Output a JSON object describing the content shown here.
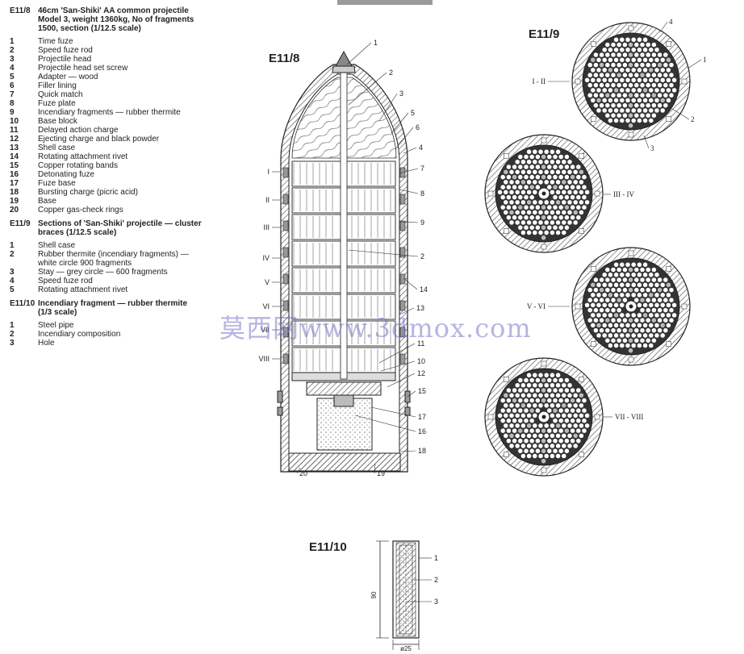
{
  "legend": [
    {
      "id": "E11/8",
      "title": "46cm 'San-Shiki' AA common projectile Model 3, weight 1360kg, No of fragments 1500, section (1/12.5 scale)",
      "items": [
        {
          "n": "1",
          "t": "Time fuze"
        },
        {
          "n": "2",
          "t": "Speed fuze rod"
        },
        {
          "n": "3",
          "t": "Projectile head"
        },
        {
          "n": "4",
          "t": "Projectile head set screw"
        },
        {
          "n": "5",
          "t": "Adapter — wood"
        },
        {
          "n": "6",
          "t": "Filler lining"
        },
        {
          "n": "7",
          "t": "Quick match"
        },
        {
          "n": "8",
          "t": "Fuze plate"
        },
        {
          "n": "9",
          "t": "Incendiary fragments — rubber thermite"
        },
        {
          "n": "10",
          "t": "Base block"
        },
        {
          "n": "11",
          "t": "Delayed action charge"
        },
        {
          "n": "12",
          "t": "Ejecting charge and black powder"
        },
        {
          "n": "13",
          "t": "Shell case"
        },
        {
          "n": "14",
          "t": "Rotating attachment rivet"
        },
        {
          "n": "15",
          "t": "Copper rotating bands"
        },
        {
          "n": "16",
          "t": "Detonating fuze"
        },
        {
          "n": "17",
          "t": "Fuze base"
        },
        {
          "n": "18",
          "t": "Bursting charge (picric acid)"
        },
        {
          "n": "19",
          "t": "Base"
        },
        {
          "n": "20",
          "t": "Copper gas-check rings"
        }
      ]
    },
    {
      "id": "E11/9",
      "title": "Sections of 'San-Shiki' projectile — cluster braces (1/12.5 scale)",
      "items": [
        {
          "n": "1",
          "t": "Shell case"
        },
        {
          "n": "2",
          "t": "Rubber thermite (incendiary fragments) — white circle 900 fragments"
        },
        {
          "n": "3",
          "t": "Stay — grey circle — 600 fragments"
        },
        {
          "n": "4",
          "t": "Speed fuze rod"
        },
        {
          "n": "5",
          "t": "Rotating attachment rivet"
        }
      ]
    },
    {
      "id": "E11/10",
      "title": "Incendiary fragment — rubber thermite (1/3 scale)",
      "items": [
        {
          "n": "1",
          "t": "Steel pipe"
        },
        {
          "n": "2",
          "t": "Incendiary composition"
        },
        {
          "n": "3",
          "t": "Hole"
        }
      ]
    }
  ],
  "figures": {
    "f8": "E11/8",
    "f9": "E11/9",
    "f10": "E11/10"
  },
  "shell_callouts": [
    "1",
    "2",
    "3",
    "5",
    "6",
    "4",
    "7",
    "8",
    "9",
    "2",
    "14",
    "13",
    "11",
    "10",
    "12",
    "15",
    "17",
    "16",
    "18",
    "20",
    "19"
  ],
  "section_marks": [
    "I",
    "II",
    "III",
    "IV",
    "V",
    "VI",
    "VII",
    "VIII"
  ],
  "section_labels": [
    "I - II",
    "III - IV",
    "V - VI",
    "VII - VIII"
  ],
  "section_callouts": [
    "4",
    "1",
    "2",
    "3"
  ],
  "fragment_callouts": [
    "1",
    "2",
    "3"
  ],
  "fragment_dims": {
    "height": "90",
    "width": "ø25"
  },
  "watermark": "莫西网www.3dmox.com"
}
